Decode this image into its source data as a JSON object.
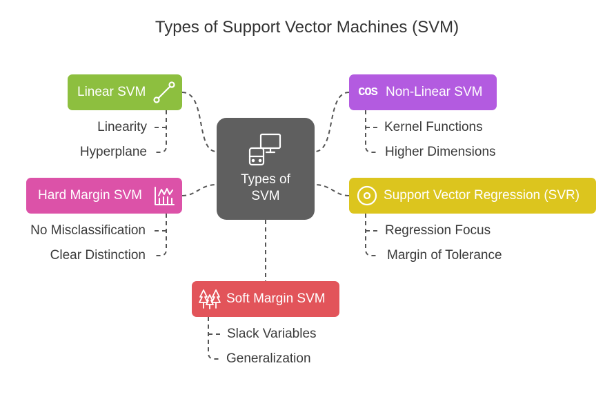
{
  "title": "Types of Support Vector Machines (SVM)",
  "center": {
    "label": "Types of SVM",
    "icon": "computer-devices-icon",
    "color": "#5f5f5f"
  },
  "branches": [
    {
      "id": "linear",
      "label": "Linear SVM",
      "icon": "line-segment-icon",
      "color": "#8dbf3f",
      "items": [
        "Linearity",
        "Hyperplane"
      ]
    },
    {
      "id": "nonlinear",
      "label": "Non-Linear SVM",
      "icon": "cos-function-icon",
      "icon_text": "COS",
      "color": "#b35be0",
      "items": [
        "Kernel Functions",
        "Higher Dimensions"
      ]
    },
    {
      "id": "hard",
      "label": "Hard Margin SVM",
      "icon": "bar-chart-crown-icon",
      "color": "#dc52a8",
      "items": [
        "No Misclassification",
        "Clear Distinction"
      ]
    },
    {
      "id": "svr",
      "label": "Support Vector Regression (SVR)",
      "icon": "target-circle-icon",
      "color": "#dcc51e",
      "items": [
        "Regression Focus",
        "Margin of Tolerance"
      ]
    },
    {
      "id": "soft",
      "label": "Soft Margin SVM",
      "icon": "trees-icon",
      "color": "#e2545a",
      "items": [
        "Slack Variables",
        "Generalization"
      ]
    }
  ]
}
